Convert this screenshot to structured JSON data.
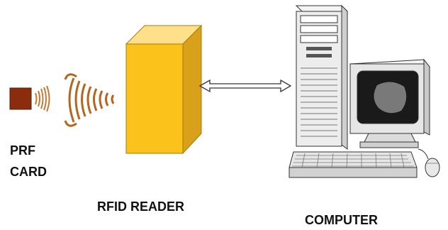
{
  "labels": {
    "card_line1": "PRF",
    "card_line2": "CARD",
    "reader": "RFID READER",
    "computer": "COMPUTER"
  },
  "colors": {
    "card": "#8b2c0c",
    "waves": "#b5651d",
    "reader_front": "#fbc21c",
    "reader_side": "#d9a01a",
    "reader_top": "#ffe08a",
    "computer_body": "#ededed",
    "computer_outline": "#333333",
    "screen": "#1a1a1a"
  },
  "icons": {
    "card": "rfid-card-icon",
    "waves": "radio-waves-icon",
    "reader": "rfid-reader-box",
    "link": "double-arrow-icon",
    "computer": "desktop-computer-icon"
  }
}
